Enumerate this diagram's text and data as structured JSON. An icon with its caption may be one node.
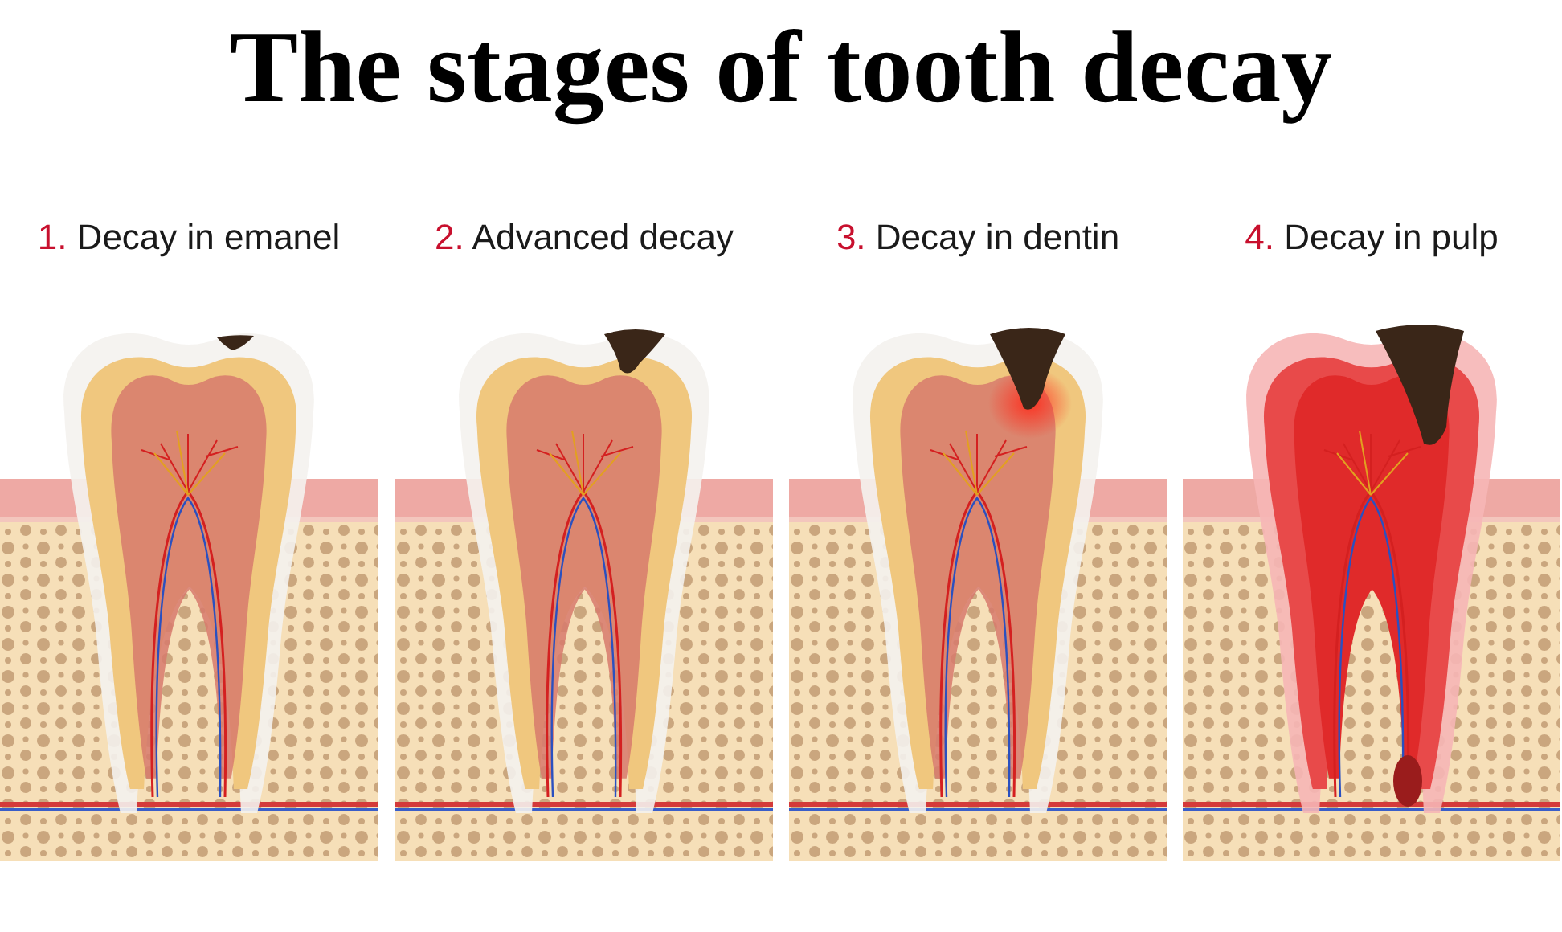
{
  "diagram": {
    "title": "The stages of tooth decay",
    "nodes": [
      {
        "text": [
          "1. Decay in emanel"
        ]
      },
      {
        "text": [
          "2. Advanced decay"
        ]
      },
      {
        "text": [
          "3. Decay in dentin"
        ]
      },
      {
        "text": [
          "4. Decay in pulp"
        ]
      }
    ]
  }
}
